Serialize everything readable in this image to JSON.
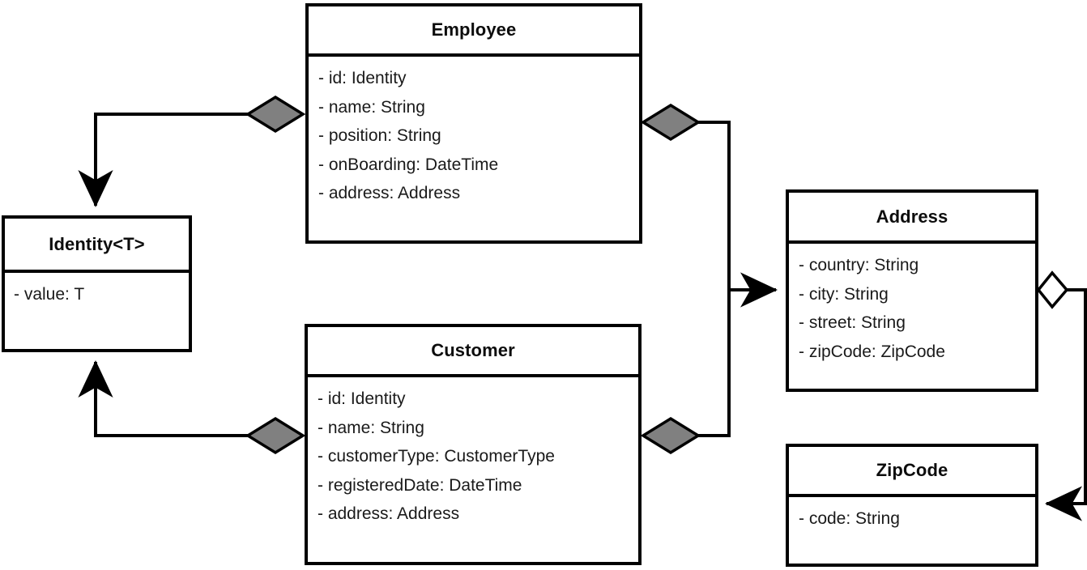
{
  "diagram": {
    "type": "uml-class-diagram",
    "background": "#ffffff",
    "line_color": "#000000",
    "composition_diamond_fill": "#808080",
    "aggregation_diamond_fill": "#ffffff"
  },
  "classes": {
    "employee": {
      "name": "Employee",
      "attributes": [
        "- id: Identity",
        "- name: String",
        "- position: String",
        "- onBoarding: DateTime",
        "- address: Address"
      ]
    },
    "customer": {
      "name": "Customer",
      "attributes": [
        "- id: Identity",
        "- name: String",
        "- customerType: CustomerType",
        "- registeredDate: DateTime",
        "- address: Address"
      ]
    },
    "identity": {
      "name": "Identity<T>",
      "attributes": [
        "- value: T"
      ]
    },
    "address": {
      "name": "Address",
      "attributes": [
        "- country: String",
        "- city: String",
        "- street: String",
        "- zipCode: ZipCode"
      ]
    },
    "zipcode": {
      "name": "ZipCode",
      "attributes": [
        "- code: String"
      ]
    }
  },
  "relationships": [
    {
      "id": "employee-identity",
      "from": "Employee",
      "to": "Identity<T>",
      "kind": "composition",
      "source_marker": "filled-diamond",
      "target_marker": "open-arrow"
    },
    {
      "id": "customer-identity",
      "from": "Customer",
      "to": "Identity<T>",
      "kind": "composition",
      "source_marker": "filled-diamond",
      "target_marker": "open-arrow"
    },
    {
      "id": "employee-address",
      "from": "Employee",
      "to": "Address",
      "kind": "composition",
      "source_marker": "filled-diamond",
      "target_marker": "open-arrow"
    },
    {
      "id": "customer-address",
      "from": "Customer",
      "to": "Address",
      "kind": "composition",
      "source_marker": "filled-diamond",
      "target_marker": "open-arrow"
    },
    {
      "id": "address-zipcode",
      "from": "Address",
      "to": "ZipCode",
      "kind": "aggregation",
      "source_marker": "hollow-diamond",
      "target_marker": "open-arrow"
    }
  ]
}
